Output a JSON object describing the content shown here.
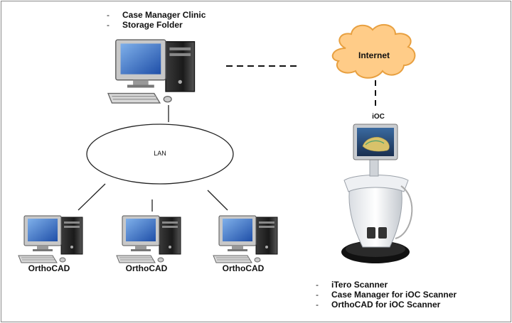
{
  "server": {
    "items": [
      "Case Manager Clinic",
      "Storage Folder"
    ]
  },
  "internet": {
    "label": "Internet"
  },
  "lan": {
    "label": "LAN"
  },
  "ioc": {
    "label": "iOC",
    "items": [
      "iTero Scanner",
      "Case Manager for iOC Scanner",
      "OrthoCAD for iOC Scanner"
    ]
  },
  "workstations": [
    {
      "label": "OrthoCAD"
    },
    {
      "label": "OrthoCAD"
    },
    {
      "label": "OrthoCAD"
    }
  ],
  "colors": {
    "cloud_fill": "#ffcc88",
    "cloud_stroke": "#e8a040",
    "frame": "#8a8a8a"
  }
}
